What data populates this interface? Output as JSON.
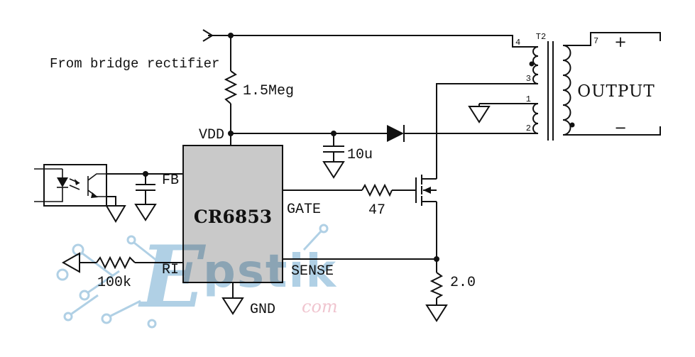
{
  "diagram": {
    "source_label": "From bridge rectifier",
    "ic_label": "CR6853",
    "pins": {
      "vdd": "VDD",
      "fb": "FB",
      "gate": "GATE",
      "sense": "SENSE",
      "ri": "RI",
      "gnd": "GND"
    },
    "components": {
      "startup_resistor": "1.5Meg",
      "vdd_cap": "10u",
      "gate_resistor": "47",
      "ri_resistor": "100k",
      "sense_resistor": "2.0"
    },
    "transformer": {
      "name": "T2",
      "pin4": "4",
      "pin3": "3",
      "pin1": "1",
      "pin2": "2",
      "pin7": "7",
      "output_label": "OUTPUT",
      "plus": "+",
      "minus": "−"
    }
  },
  "watermark": {
    "letter": "E",
    "text": "pstik",
    "suffix": "com"
  },
  "colors": {
    "line": "#111111",
    "ic_fill": "#c9c9c9",
    "background": "#ffffff",
    "watermark_blue": "#4f96c4",
    "watermark_pink": "#dd7d95"
  }
}
